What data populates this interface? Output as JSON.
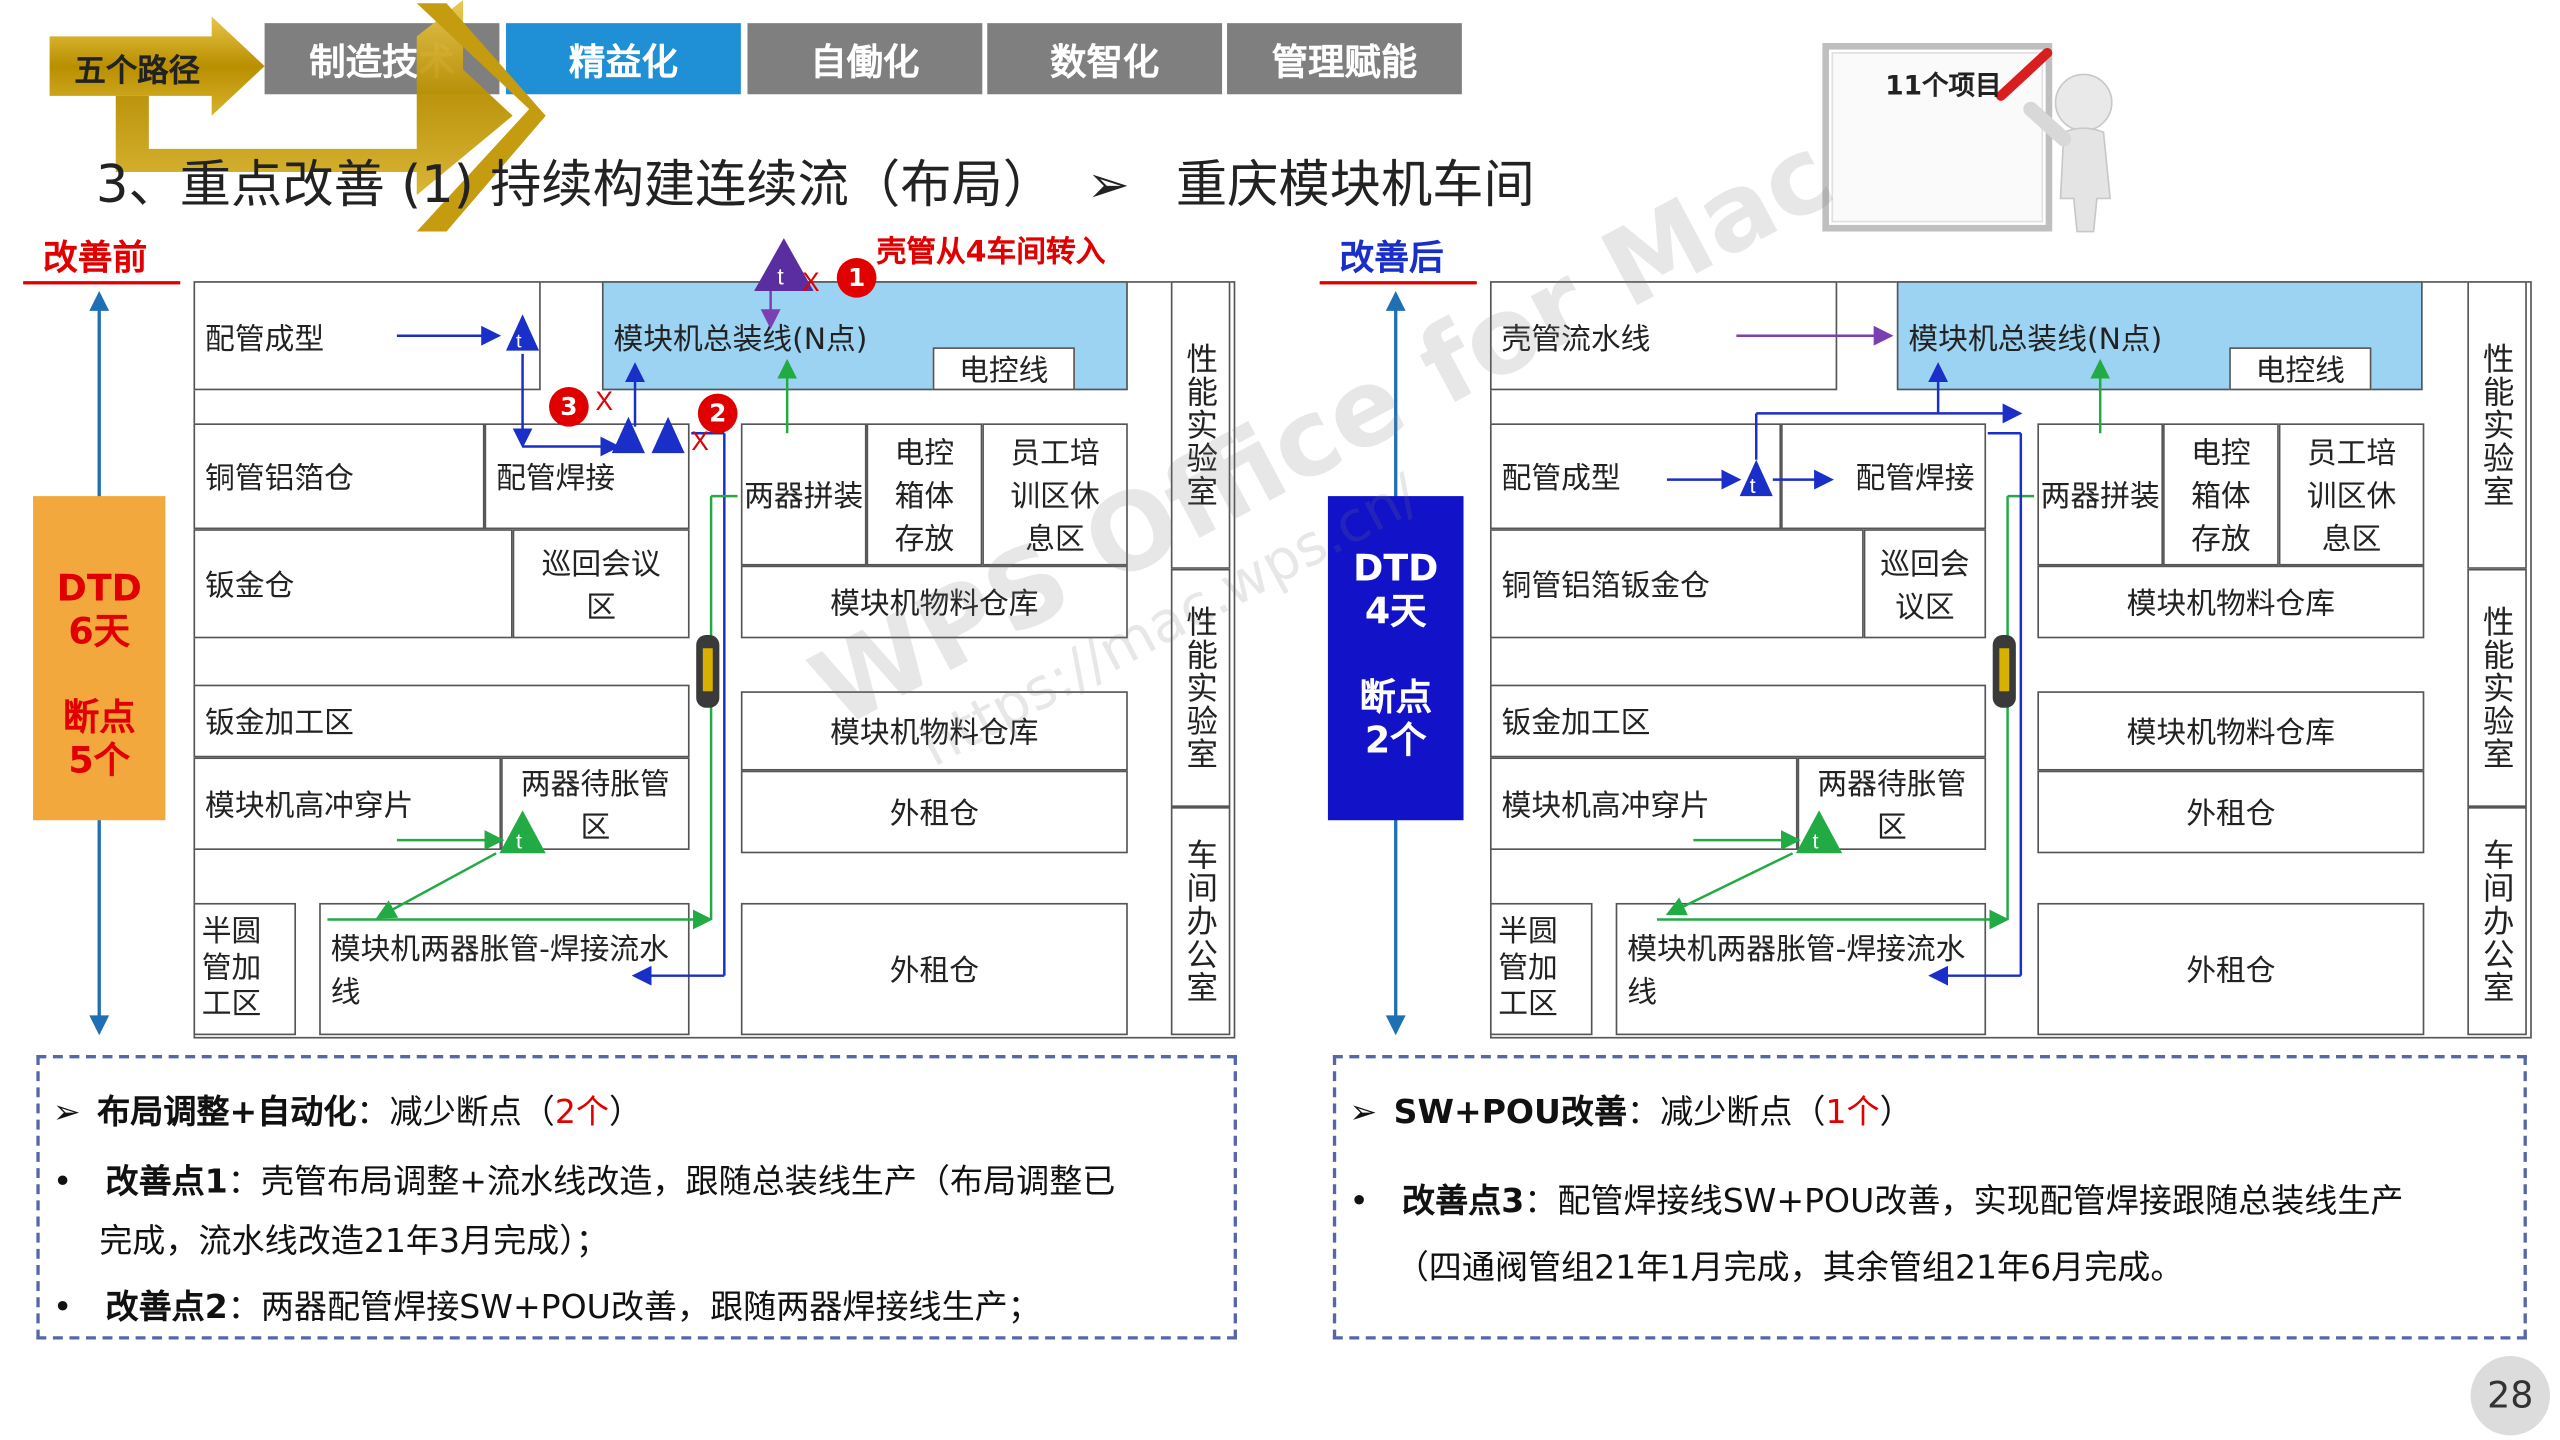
{
  "header": {
    "path_label": "五个路径",
    "tabs": [
      "制造技术",
      "精益化",
      "自働化",
      "数智化",
      "管理赋能"
    ],
    "tab_colors": [
      "#7f7f7f",
      "#1f8fd6",
      "#7f7f7f",
      "#7f7f7f",
      "#7f7f7f"
    ],
    "title_prefix": "3、重点改善",
    "title_main": "(1) 持续构建连续流（布局）",
    "title_arrow": "➢",
    "title_location": "重庆模块机车间",
    "whiteboard_text": "11个项目"
  },
  "before": {
    "label": "改善前",
    "dtd_line1": "DTD",
    "dtd_line2": "6天",
    "bp_line1": "断点",
    "bp_line2": "5个",
    "transfer_note": "壳管从4车间转入",
    "zones": {
      "z1": "配管成型",
      "z2": "模块机总装线(N点)",
      "z3": "电控线",
      "z4": "铜管铝箔仓",
      "z5": "配管焊接",
      "z6": "两器拼装",
      "z7": "电控箱体存放",
      "z8": "员工培训区休息区",
      "z9": "钣金仓",
      "z10": "巡回会议区",
      "z11": "模块机物料仓库",
      "z12": "钣金加工区",
      "z13": "模块机物料仓库",
      "z14": "模块机高冲穿片",
      "z15": "两器待胀管区",
      "z16": "外租仓",
      "z17": "半圆管加工区",
      "z18": "模块机两器胀管-焊接流水线",
      "z19": "外租仓",
      "z20": "性能实验室",
      "z21": "性能实验室",
      "z22": "车间办公室"
    },
    "badges": [
      "1",
      "2",
      "3"
    ]
  },
  "after": {
    "label": "改善后",
    "dtd_line1": "DTD",
    "dtd_line2": "4天",
    "bp_line1": "断点",
    "bp_line2": "2个",
    "zones": {
      "z1": "壳管流水线",
      "z2": "模块机总装线(N点)",
      "z3": "电控线",
      "z4": "配管成型",
      "z5": "配管焊接",
      "z6": "两器拼装",
      "z7": "电控箱体存放",
      "z8": "员工培训区休息区",
      "z9": "铜管铝箔钣金仓",
      "z10": "巡回会议区",
      "z11": "模块机物料仓库",
      "z12": "钣金加工区",
      "z13": "模块机物料仓库",
      "z14": "模块机高冲穿片",
      "z15": "两器待胀管区",
      "z16": "外租仓",
      "z17": "半圆管加工区",
      "z18": "模块机两器胀管-焊接流水线",
      "z19": "外租仓",
      "z20": "性能实验室",
      "z21": "性能实验室",
      "z22": "车间办公室"
    }
  },
  "notes_left": {
    "b1_bold": "布局调整+自动化",
    "b1_text": "：减少断点（",
    "b1_count": "2个",
    "b1_end": "）",
    "b2_bold": "改善点1",
    "b2_text": "：壳管布局调整+流水线改造，跟随总装线生产（布局调整已",
    "b2_text2": "完成，流水线改造21年3月完成）；",
    "b3_bold": "改善点2",
    "b3_text": "：两器配管焊接SW+POU改善，跟随两器焊接线生产；"
  },
  "notes_right": {
    "b1_bold": "SW+POU改善",
    "b1_text": "：减少断点（",
    "b1_count": "1个",
    "b1_end": "）",
    "b2_bold": "改善点3",
    "b2_text": "：配管焊接线SW+POU改善，实现配管焊接跟随总装线生产",
    "b2_text2": "（四通阀管组21年1月完成，其余管组21年6月完成。"
  },
  "page_number": "28",
  "watermark": {
    "line1": "WPS Office for Mac",
    "line2": "https://mac.wps.cn/"
  },
  "colors": {
    "accent_blue": "#1f8fd6",
    "tab_gray": "#7f7f7f",
    "red": "#e00000",
    "gold": "#c9a100",
    "dtd_before": "#f2a83c",
    "dtd_after": "#1212c8",
    "zone_blue": "#9dd3f2"
  }
}
